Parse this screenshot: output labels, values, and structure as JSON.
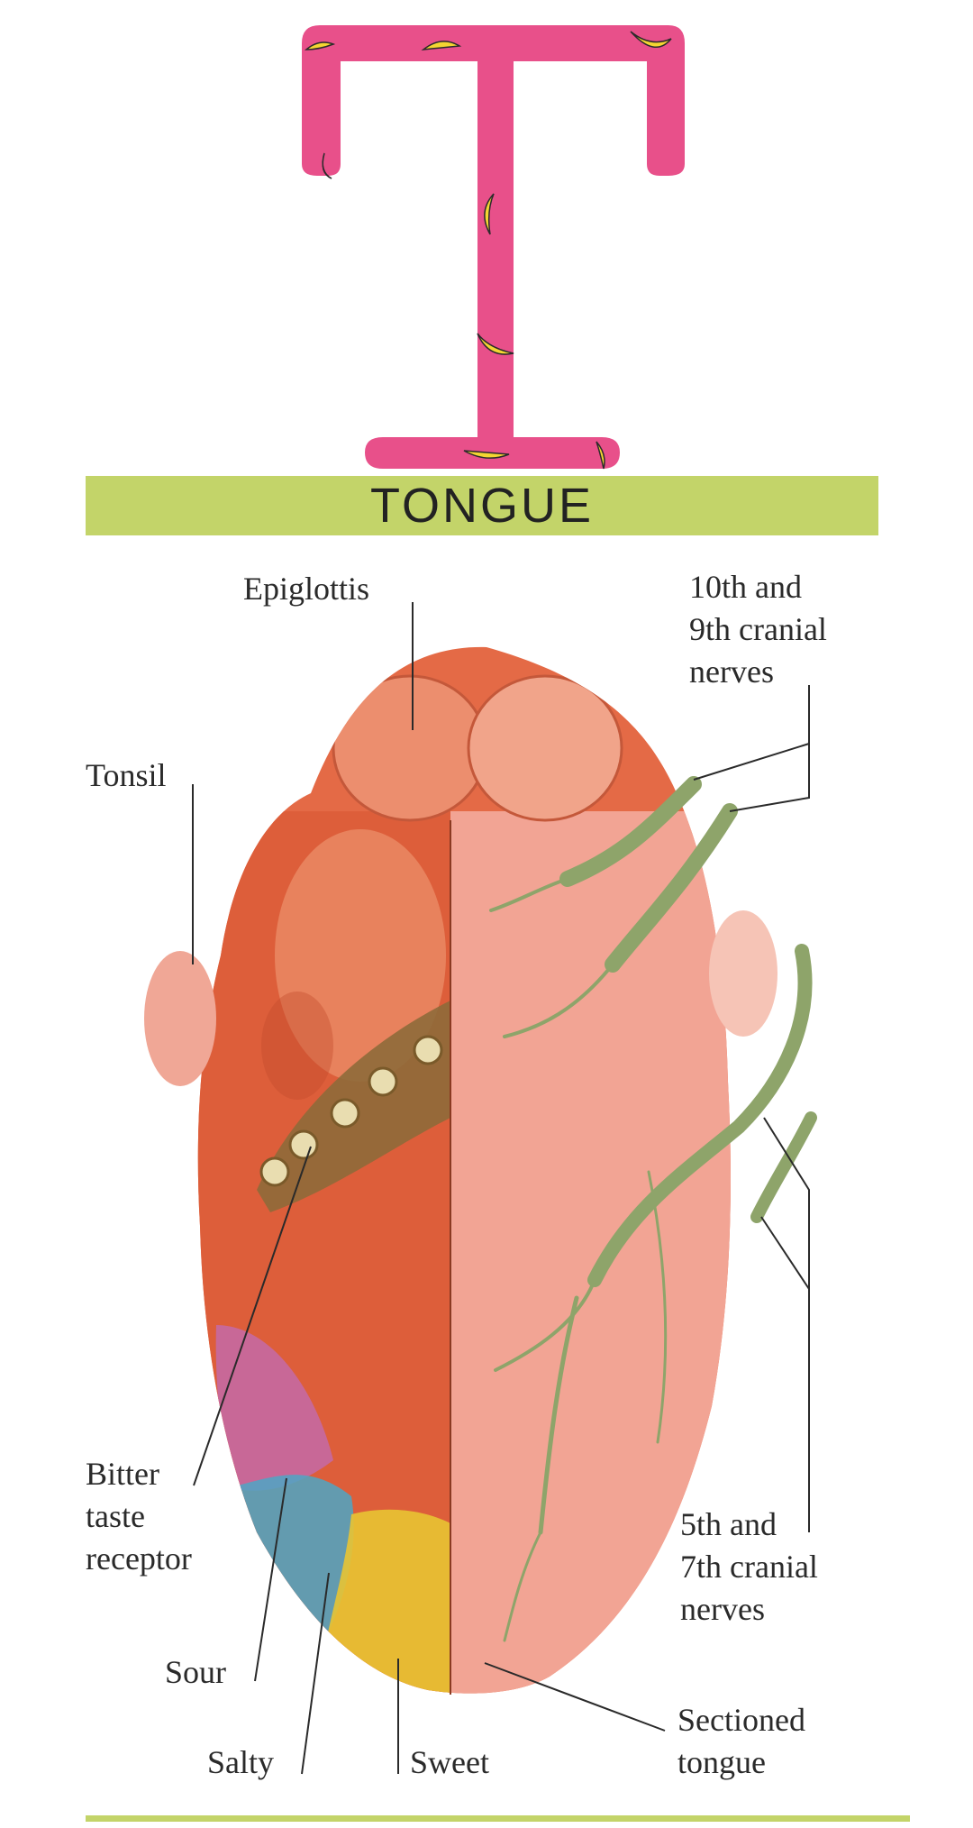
{
  "header": {
    "letter": "T",
    "title": "TONGUE"
  },
  "labels": {
    "epiglottis": "Epiglottis",
    "cranial_10_9": "10th and\n9th cranial\nnerves",
    "tonsil": "Tonsil",
    "bitter": "Bitter\ntaste\nreceptor",
    "sour": "Sour",
    "salty": "Salty",
    "sweet": "Sweet",
    "cranial_5_7": "5th and\n7th cranial\nnerves",
    "sectioned": "Sectioned\ntongue"
  },
  "colors": {
    "letter": "#e8508a",
    "banana": "#f4d532",
    "title_bar": "#c3d469",
    "tongue": "#e46a46",
    "section": "#f2a494",
    "nerve": "#8ea46a",
    "bitter_zone": "#c46aa8",
    "sour_zone": "#4ea6c4",
    "sweet_zone": "#e8c433"
  }
}
